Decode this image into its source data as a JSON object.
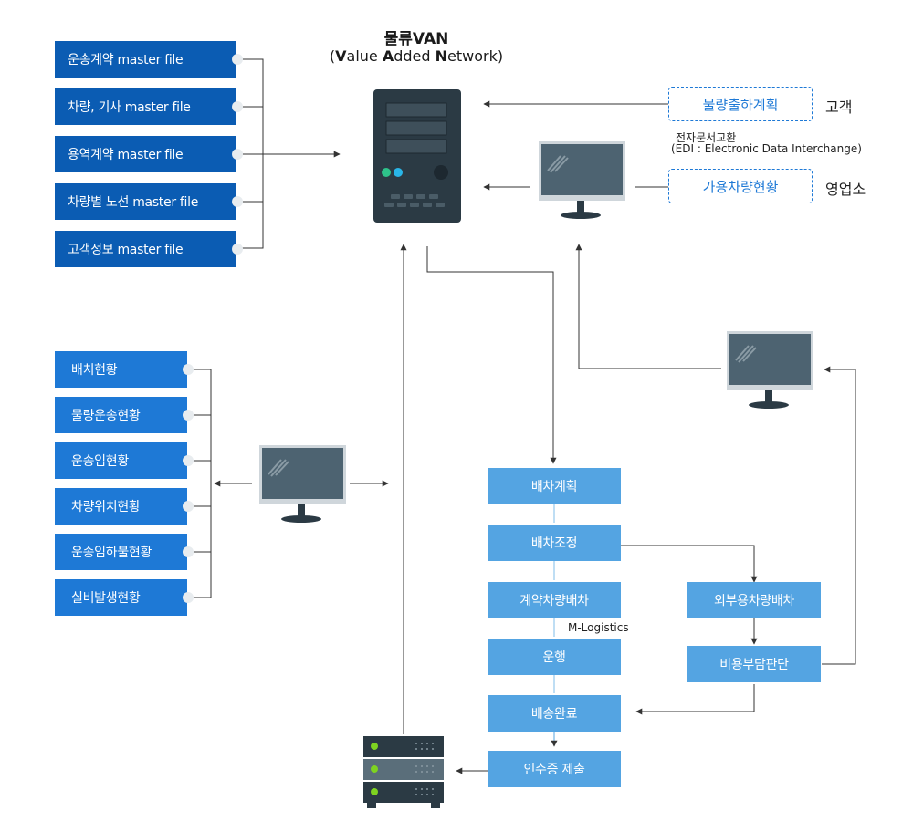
{
  "header": {
    "title": "물류VAN",
    "subtitle_parts": [
      "(",
      "V",
      "alue ",
      "A",
      "dded ",
      "N",
      "etwork)"
    ]
  },
  "master_files": [
    "운송계약 master file",
    "차량, 기사 master file",
    "용역계약 master file",
    "차량별 노선 master file",
    "고객정보 master file"
  ],
  "status_items": [
    "배치현황",
    "물량운송현황",
    "운송임현황",
    "차량위치현황",
    "운송임하불현황",
    "실비발생현황"
  ],
  "inputs": {
    "shipment_plan": "물량출하계획",
    "customer": "고객",
    "edi_line1": "전자문서교환",
    "edi_line2": "(EDI : Electronic Data Interchange)",
    "available_vehicles": "가용차량현황",
    "branch": "영업소"
  },
  "flow": {
    "dispatch_plan": "배차계획",
    "dispatch_adjust": "배차조정",
    "contract_dispatch": "계약차량배차",
    "mlogistics": "M-Logistics",
    "operation": "운행",
    "delivery_done": "배송완료",
    "receipt_submit": "인수증 제출",
    "external_dispatch": "외부용차량배차",
    "cost_decision": "비용부담판단"
  },
  "colors": {
    "master_box": "#0b5cb3",
    "status_box": "#1e79d6",
    "flow_box": "#54a4e2",
    "monitor": "#4d6371",
    "server": "#2b3a44"
  }
}
